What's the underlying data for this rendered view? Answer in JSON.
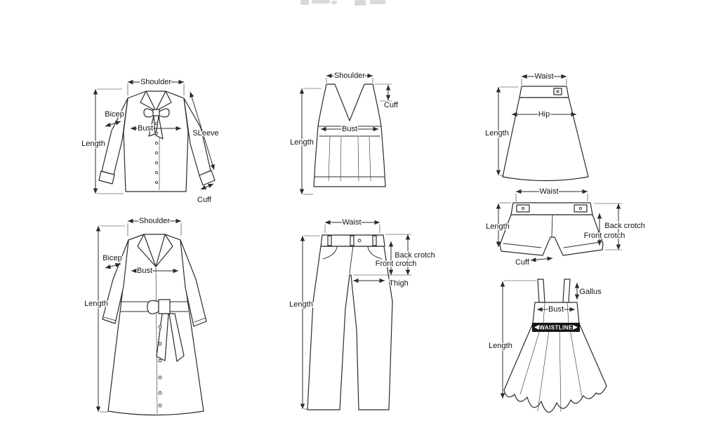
{
  "figure": {
    "colors": {
      "line": "#2b2b2b",
      "label_text": "#151515",
      "waistline_bar": "#151515",
      "background": "#ffffff"
    }
  },
  "garments": {
    "blouse": {
      "labels": {
        "shoulder": "Shoulder",
        "bicep": "Bicep",
        "bust": "Bust",
        "length": "Length",
        "sleeve": "SLeeve",
        "cuff": "Cuff"
      }
    },
    "tank_top": {
      "labels": {
        "shoulder": "Shoulder",
        "cuff": "Cuff",
        "bust": "Bust",
        "length": "Length"
      }
    },
    "skirt": {
      "labels": {
        "waist": "Waist",
        "hip": "Hip",
        "length": "Length"
      }
    },
    "shorts": {
      "labels": {
        "waist": "Waist",
        "length": "Length",
        "back_crotch": "Back crotch",
        "front_crotch": "Front crotch",
        "cuff": "Cuff"
      }
    },
    "coat": {
      "labels": {
        "shoulder": "Shoulder",
        "bicep": "Bicep",
        "bust": "Bust",
        "length": "Length"
      }
    },
    "pants": {
      "labels": {
        "waist": "Waist",
        "back_crotch": "Back crotch",
        "front_crotch": "Front crotch",
        "thigh": "Thigh",
        "length": "Length"
      }
    },
    "dress": {
      "labels": {
        "gallus": "Gallus",
        "bust": "Bust",
        "waistline": "WAISTLINE",
        "length": "Length"
      }
    }
  }
}
